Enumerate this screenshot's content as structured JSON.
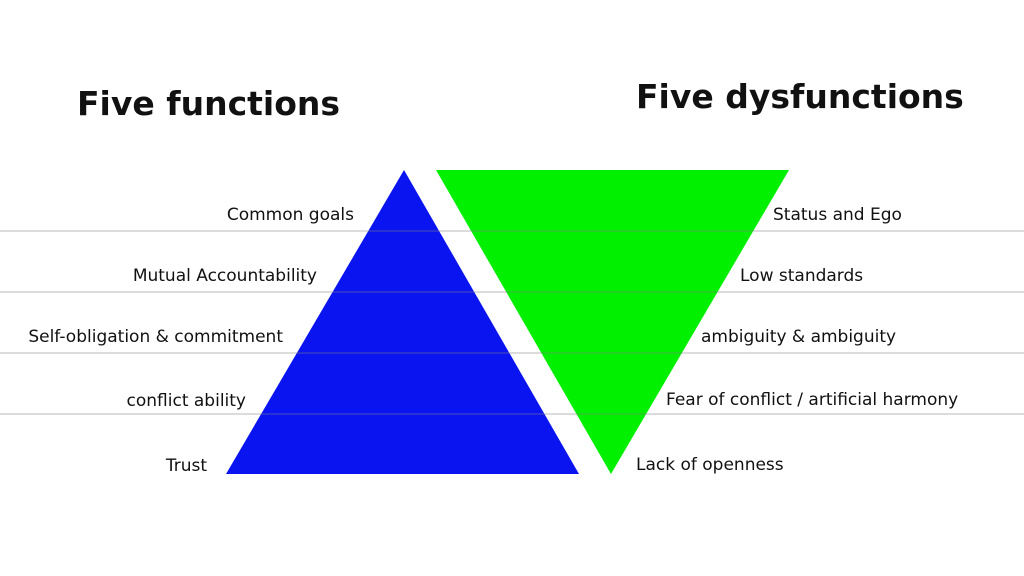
{
  "titles": {
    "left": "Five functions",
    "right": "Five dysfunctions"
  },
  "functions": [
    "Common goals",
    "Mutual Accountability",
    "Self-obligation & commitment",
    "conflict ability",
    "Trust"
  ],
  "dysfunctions": [
    "Status and Ego",
    "Low standards",
    "ambiguity & ambiguity",
    "Fear of conflict / artificial harmony",
    "Lack of openness"
  ],
  "colors": {
    "functions": "#0a14f0",
    "dysfunctions": "#00f000",
    "lines": "#b0b0b0"
  }
}
